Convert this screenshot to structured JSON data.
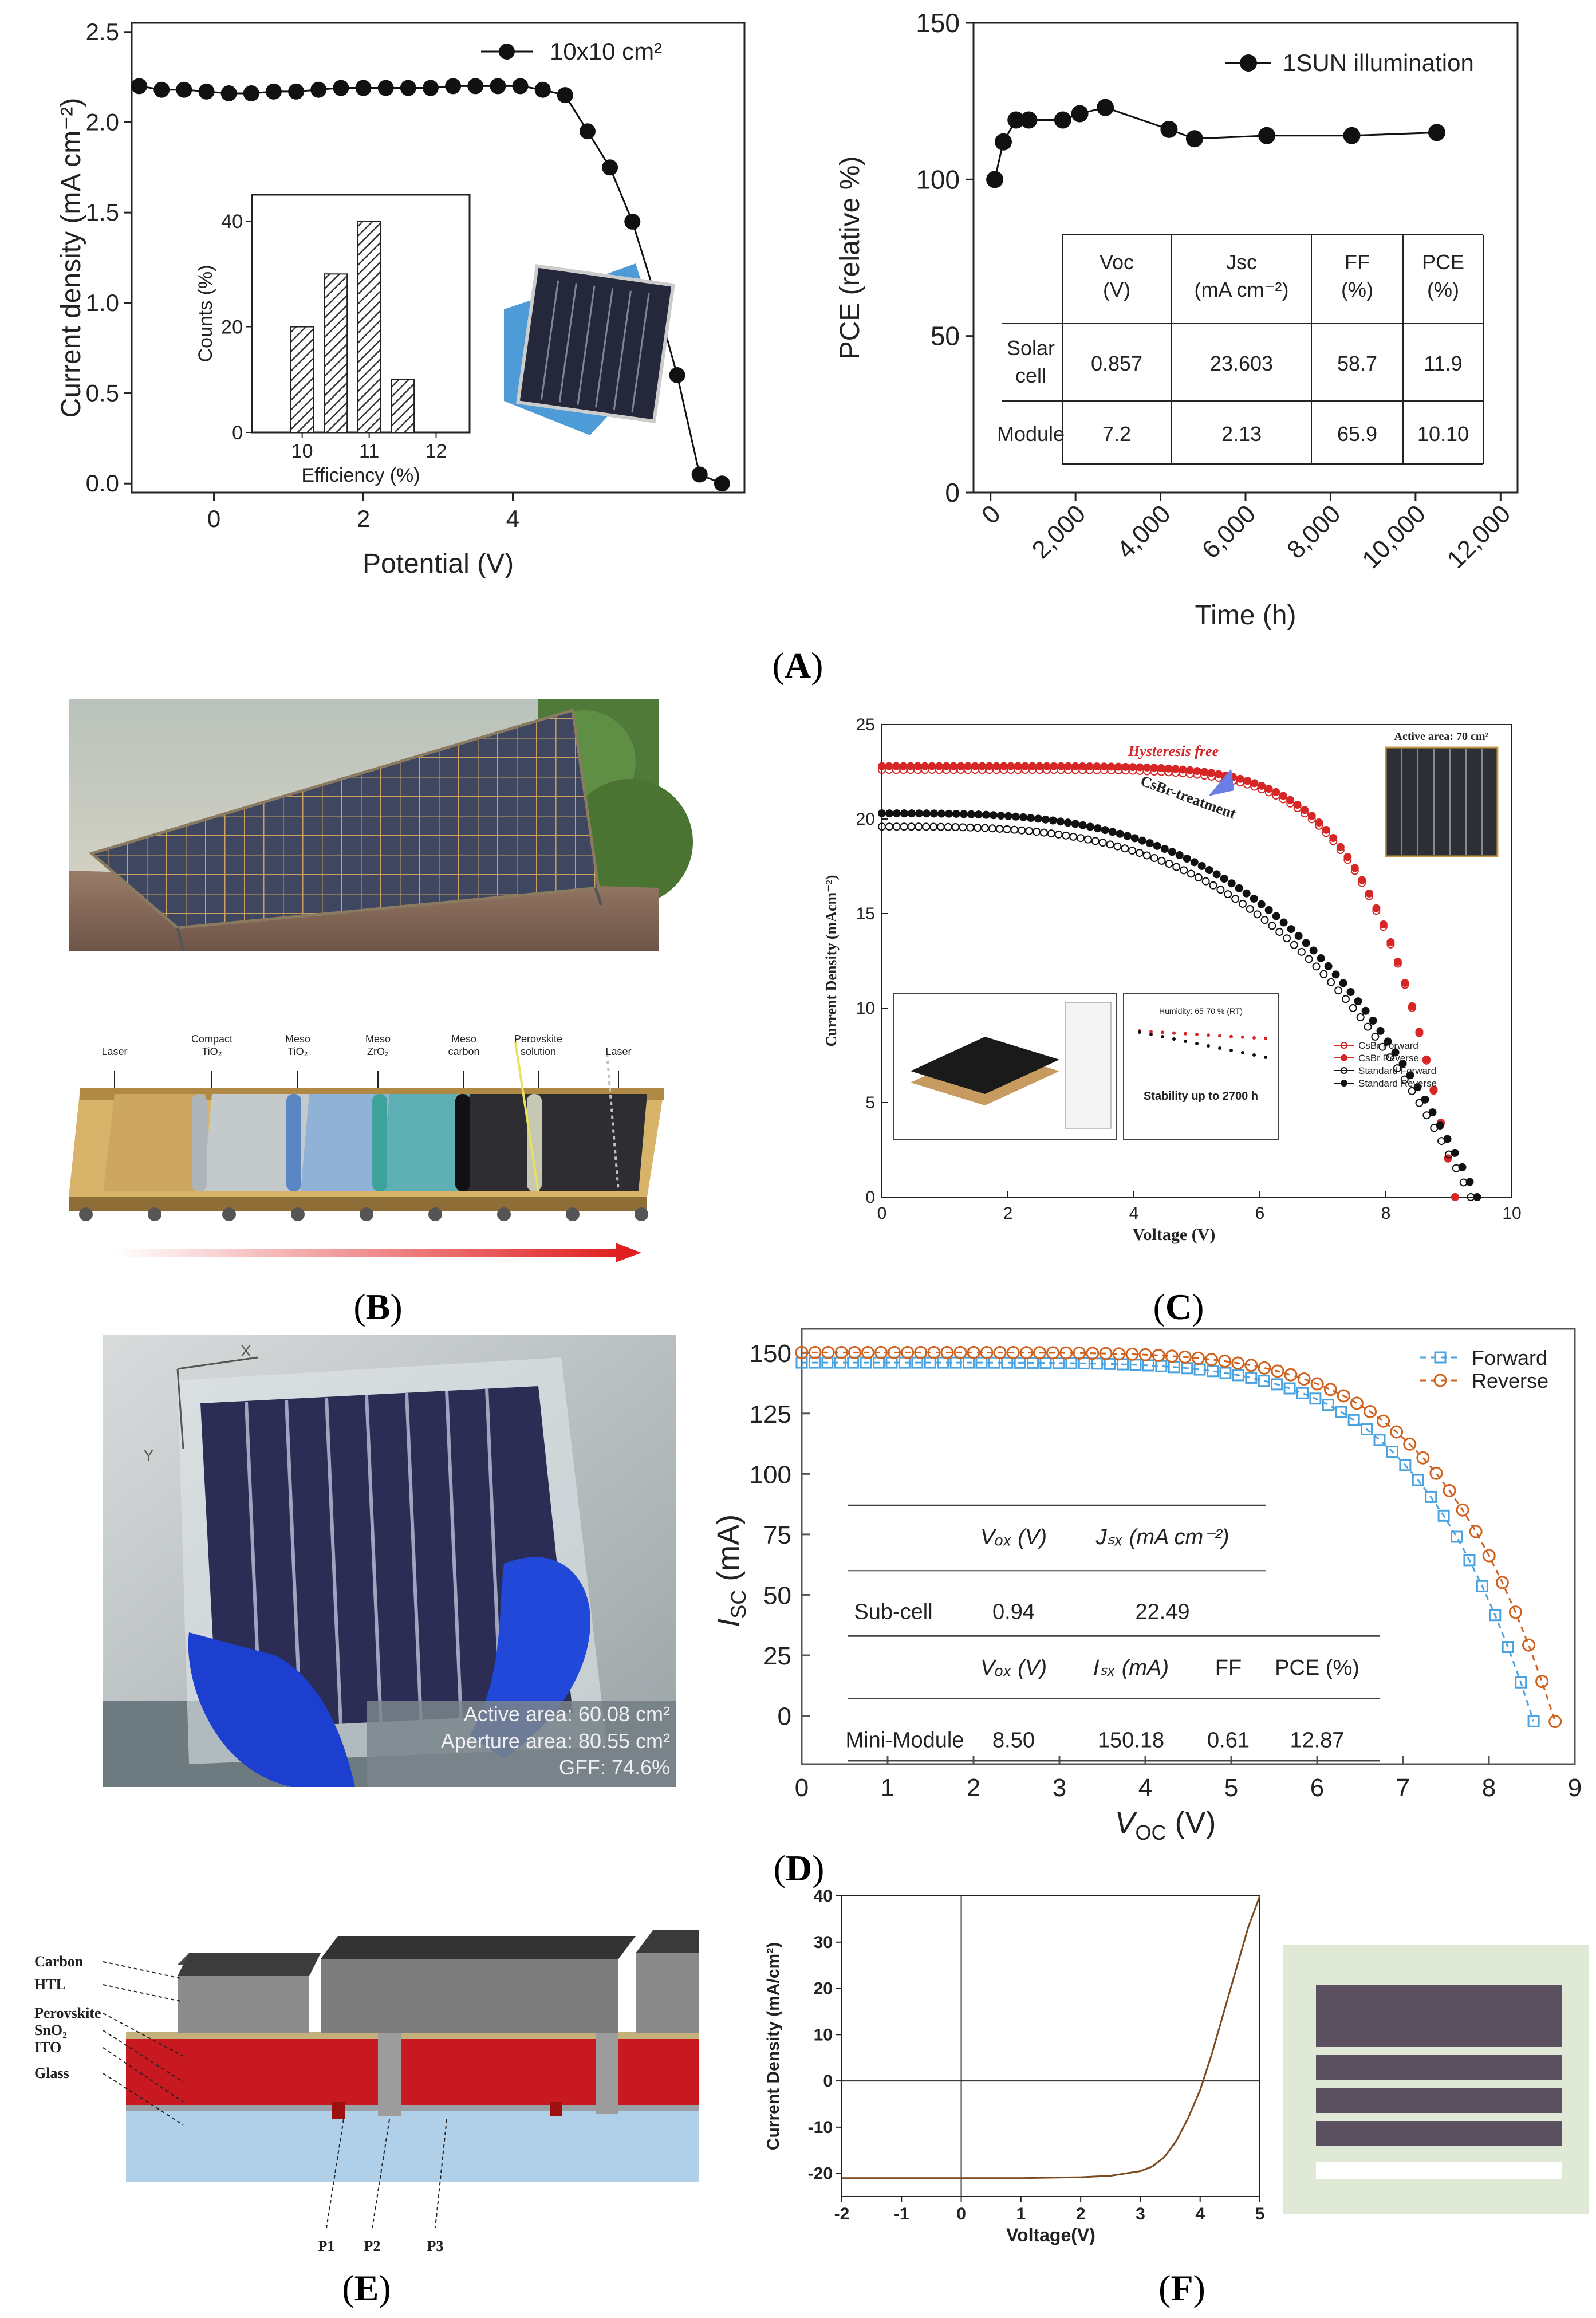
{
  "panel_labels": {
    "A": "A",
    "B": "B",
    "C": "C",
    "D": "D",
    "E": "E",
    "F": "F"
  },
  "colors": {
    "red": "#d62626",
    "blue": "#4aa3e0",
    "orange": "#d0611e",
    "cell": "#26293a"
  },
  "chart_data": [
    {
      "id": "A1",
      "type": "line",
      "xlabel": "Potential (V)",
      "ylabel": "Current density (mA cm⁻²)",
      "legend": "10x10 cm²",
      "xlim": [
        -1.1,
        7.1
      ],
      "ylim": [
        -0.05,
        2.55
      ],
      "xticks": [
        "0",
        "2",
        "4"
      ],
      "yticks": [
        "0.0",
        "0.5",
        "1.0",
        "1.5",
        "2.0",
        "2.5"
      ],
      "series": [
        {
          "name": "10x10 cm²",
          "x": [
            -1.0,
            -0.7,
            -0.4,
            -0.1,
            0.2,
            0.5,
            0.8,
            1.1,
            1.4,
            1.7,
            2.0,
            2.3,
            2.6,
            2.9,
            3.2,
            3.5,
            3.8,
            4.1,
            4.4,
            4.7,
            5.0,
            5.3,
            5.6,
            5.9,
            6.2,
            6.5,
            6.8
          ],
          "y": [
            2.2,
            2.18,
            2.18,
            2.17,
            2.16,
            2.16,
            2.17,
            2.17,
            2.18,
            2.19,
            2.19,
            2.19,
            2.19,
            2.19,
            2.2,
            2.2,
            2.2,
            2.2,
            2.18,
            2.15,
            1.95,
            1.75,
            1.45,
            1.05,
            0.6,
            0.05,
            0.0
          ]
        }
      ],
      "inset": {
        "type": "bar",
        "xlabel": "Efficiency (%)",
        "ylabel": "Counts (%)",
        "categories": [
          10,
          10.5,
          11,
          11.5
        ],
        "values": [
          20,
          30,
          40,
          10
        ],
        "xticks": [
          "10",
          "11",
          "12"
        ],
        "yticks": [
          "0",
          "20",
          "40"
        ]
      }
    },
    {
      "id": "A2",
      "type": "line",
      "xlabel": "Time (h)",
      "ylabel": "PCE (relative %)",
      "legend": "1SUN illumination",
      "xlim": [
        -400,
        12400
      ],
      "ylim": [
        0,
        150
      ],
      "xticks": [
        "0",
        "2,000",
        "4,000",
        "6,000",
        "8,000",
        "10,000",
        "12,000"
      ],
      "yticks": [
        "0",
        "50",
        "100",
        "150"
      ],
      "series": [
        {
          "name": "1SUN illumination",
          "x": [
            100,
            300,
            600,
            900,
            1700,
            2100,
            2700,
            4200,
            4800,
            6500,
            8500,
            10500
          ],
          "y": [
            100,
            112,
            119,
            119,
            119,
            121,
            123,
            116,
            113,
            114,
            114,
            115
          ]
        }
      ],
      "table": {
        "headers": [
          [
            "",
            ""
          ],
          [
            "Voc",
            "(V)"
          ],
          [
            "Jsc",
            "(mA cm⁻²)"
          ],
          [
            "FF",
            "(%)"
          ],
          [
            "PCE",
            "(%)"
          ]
        ],
        "rows": [
          {
            "label": [
              "Solar",
              "cell"
            ],
            "values": [
              "0.857",
              "23.603",
              "58.7",
              "11.9"
            ]
          },
          {
            "label": [
              "Module",
              ""
            ],
            "values": [
              "7.2",
              "2.13",
              "65.9",
              "10.10"
            ]
          }
        ]
      }
    },
    {
      "id": "C",
      "type": "scatter",
      "xlabel": "Voltage (V)",
      "ylabel": "Current Density (mAcm⁻²)",
      "xlim": [
        0,
        10
      ],
      "ylim": [
        0,
        25
      ],
      "xticks": [
        "0",
        "2",
        "4",
        "6",
        "8",
        "10"
      ],
      "yticks": [
        "0",
        "5",
        "10",
        "15",
        "20",
        "25"
      ],
      "series": [
        {
          "name": "CsBr Forward",
          "voc": 9.1,
          "jsc": 22.6
        },
        {
          "name": "CsBr Reverse",
          "voc": 9.1,
          "jsc": 22.8
        },
        {
          "name": "Standard Forward",
          "voc": 9.35,
          "jsc": 19.6
        },
        {
          "name": "Standard Reverse",
          "voc": 9.45,
          "jsc": 20.3
        }
      ],
      "annotations": {
        "hysteresis": "Hysteresis  free",
        "treatment": "CsBr-treatment",
        "active_area": "Active area: 70 cm²",
        "stability": "Stability up to 2700 h",
        "humidity": "Humidity: 65-70 % (RT)"
      }
    },
    {
      "id": "D",
      "type": "scatter",
      "xlabel": "V",
      "xlabel_sub": "OC",
      "xlabel_unit": " (V)",
      "ylabel": "I",
      "ylabel_sub": "SC",
      "ylabel_unit": " (mA)",
      "xlim": [
        0,
        9
      ],
      "ylim": [
        -20,
        160
      ],
      "xticks": [
        "0",
        "1",
        "2",
        "3",
        "4",
        "5",
        "6",
        "7",
        "8",
        "9"
      ],
      "yticks": [
        "0",
        "25",
        "50",
        "75",
        "100",
        "125",
        "150"
      ],
      "series": [
        {
          "name": "Forward",
          "voc": 8.5,
          "isc": 146
        },
        {
          "name": "Reverse",
          "voc": 8.75,
          "isc": 150.2
        }
      ],
      "table": {
        "row1_headers": [
          "Vₒₓ (V)",
          "Jₛₓ (mA cm⁻²)"
        ],
        "row1": [
          "Sub-cell",
          "0.94",
          "22.49"
        ],
        "row2_headers": [
          "Vₒₓ (V)",
          "Iₛₓ (mA)",
          "FF",
          "PCE (%)"
        ],
        "row2": [
          "Mini-Module",
          "8.50",
          "150.18",
          "0.61",
          "12.87"
        ]
      },
      "photo_text": [
        "Active area: 60.08 cm²",
        "Aperture area: 80.55 cm²",
        "GFF: 74.6%"
      ]
    },
    {
      "id": "F",
      "type": "line",
      "xlabel": "Voltage(V)",
      "ylabel": "Current Density (mA/cm²)",
      "xlim": [
        -2,
        5
      ],
      "ylim": [
        -25,
        40
      ],
      "xticks": [
        "-2",
        "-1",
        "0",
        "1",
        "2",
        "3",
        "4",
        "5"
      ],
      "yticks": [
        "-20",
        "-10",
        "0",
        "10",
        "20",
        "30",
        "40"
      ],
      "series": [
        {
          "name": "JV",
          "x": [
            -2,
            -1,
            0,
            1,
            2,
            2.5,
            3,
            3.2,
            3.4,
            3.6,
            3.8,
            4,
            4.2,
            4.4,
            4.6,
            4.8,
            5
          ],
          "y": [
            -21,
            -21,
            -21,
            -21,
            -20.8,
            -20.5,
            -19.5,
            -18.5,
            -16.5,
            -13,
            -8,
            -2,
            6,
            15,
            24,
            33,
            40
          ]
        }
      ]
    }
  ],
  "B": {
    "labels": [
      "Laser",
      "Compact\nTiO₂",
      "Meso\nTiO₂",
      "Meso\nZrO₂",
      "Meso\ncarbon",
      "Perovskite\nsolution",
      "Laser"
    ]
  },
  "E": {
    "layers": [
      "Carbon",
      "HTL",
      "Perovskite",
      "SnO₂",
      "ITO",
      "Glass"
    ],
    "scribes": [
      "P1",
      "P2",
      "P3"
    ]
  }
}
